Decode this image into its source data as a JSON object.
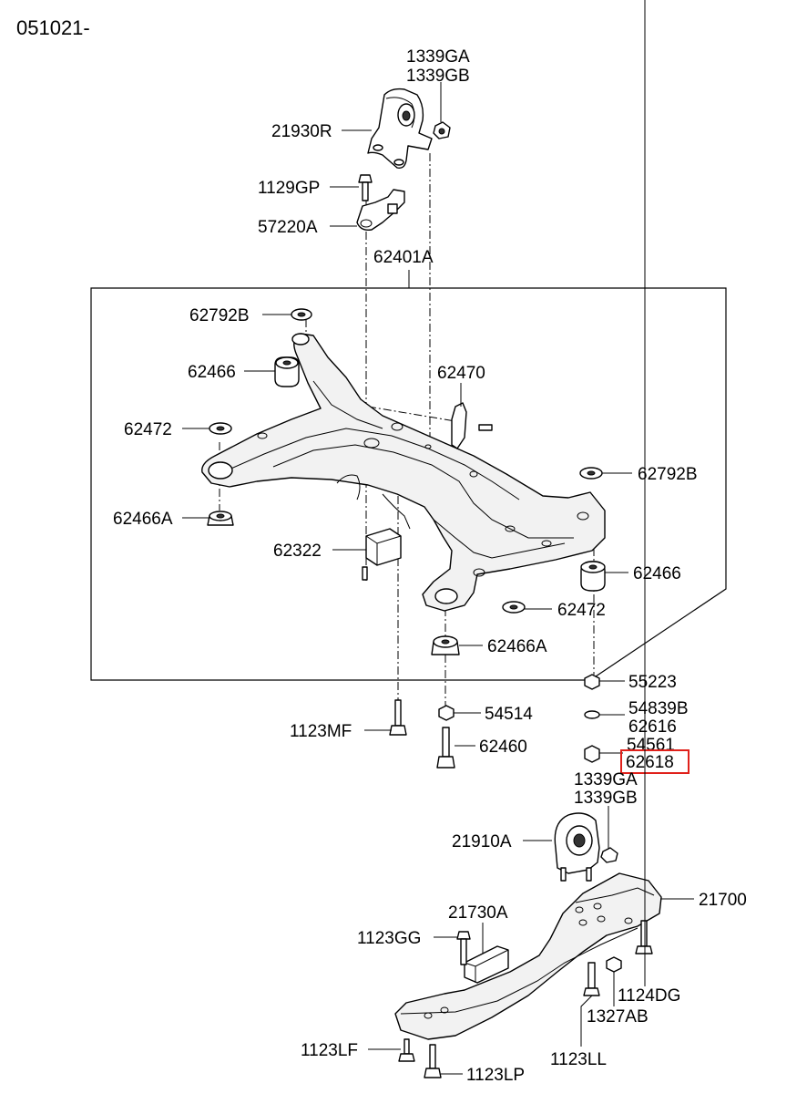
{
  "diagram": {
    "code": "051021-",
    "highlight_color": "#e0201a",
    "labels": {
      "p1339GA_top": "1339GA",
      "p1339GB_top": "1339GB",
      "p21930R": "21930R",
      "p1129GP": "1129GP",
      "p57220A": "57220A",
      "p62401A": "62401A",
      "p62792B_l": "62792B",
      "p62466_l": "62466",
      "p62470": "62470",
      "p62472_l": "62472",
      "p62792B_r": "62792B",
      "p62466A_l": "62466A",
      "p62322": "62322",
      "p62466_r": "62466",
      "p62472_r": "62472",
      "p62466A_r": "62466A",
      "p55223": "55223",
      "p54514": "54514",
      "p54839B": "54839B",
      "p62616": "62616",
      "p1123MF": "1123MF",
      "p62460": "62460",
      "p54561": "54561",
      "p62618": "62618",
      "p1339GA_bot": "1339GA",
      "p1339GB_bot": "1339GB",
      "p21910A": "21910A",
      "p21700": "21700",
      "p21730A": "21730A",
      "p1123GG": "1123GG",
      "p1124DG": "1124DG",
      "p1327AB": "1327AB",
      "p1123LF": "1123LF",
      "p1123LL": "1123LL",
      "p1123LP": "1123LP"
    }
  }
}
